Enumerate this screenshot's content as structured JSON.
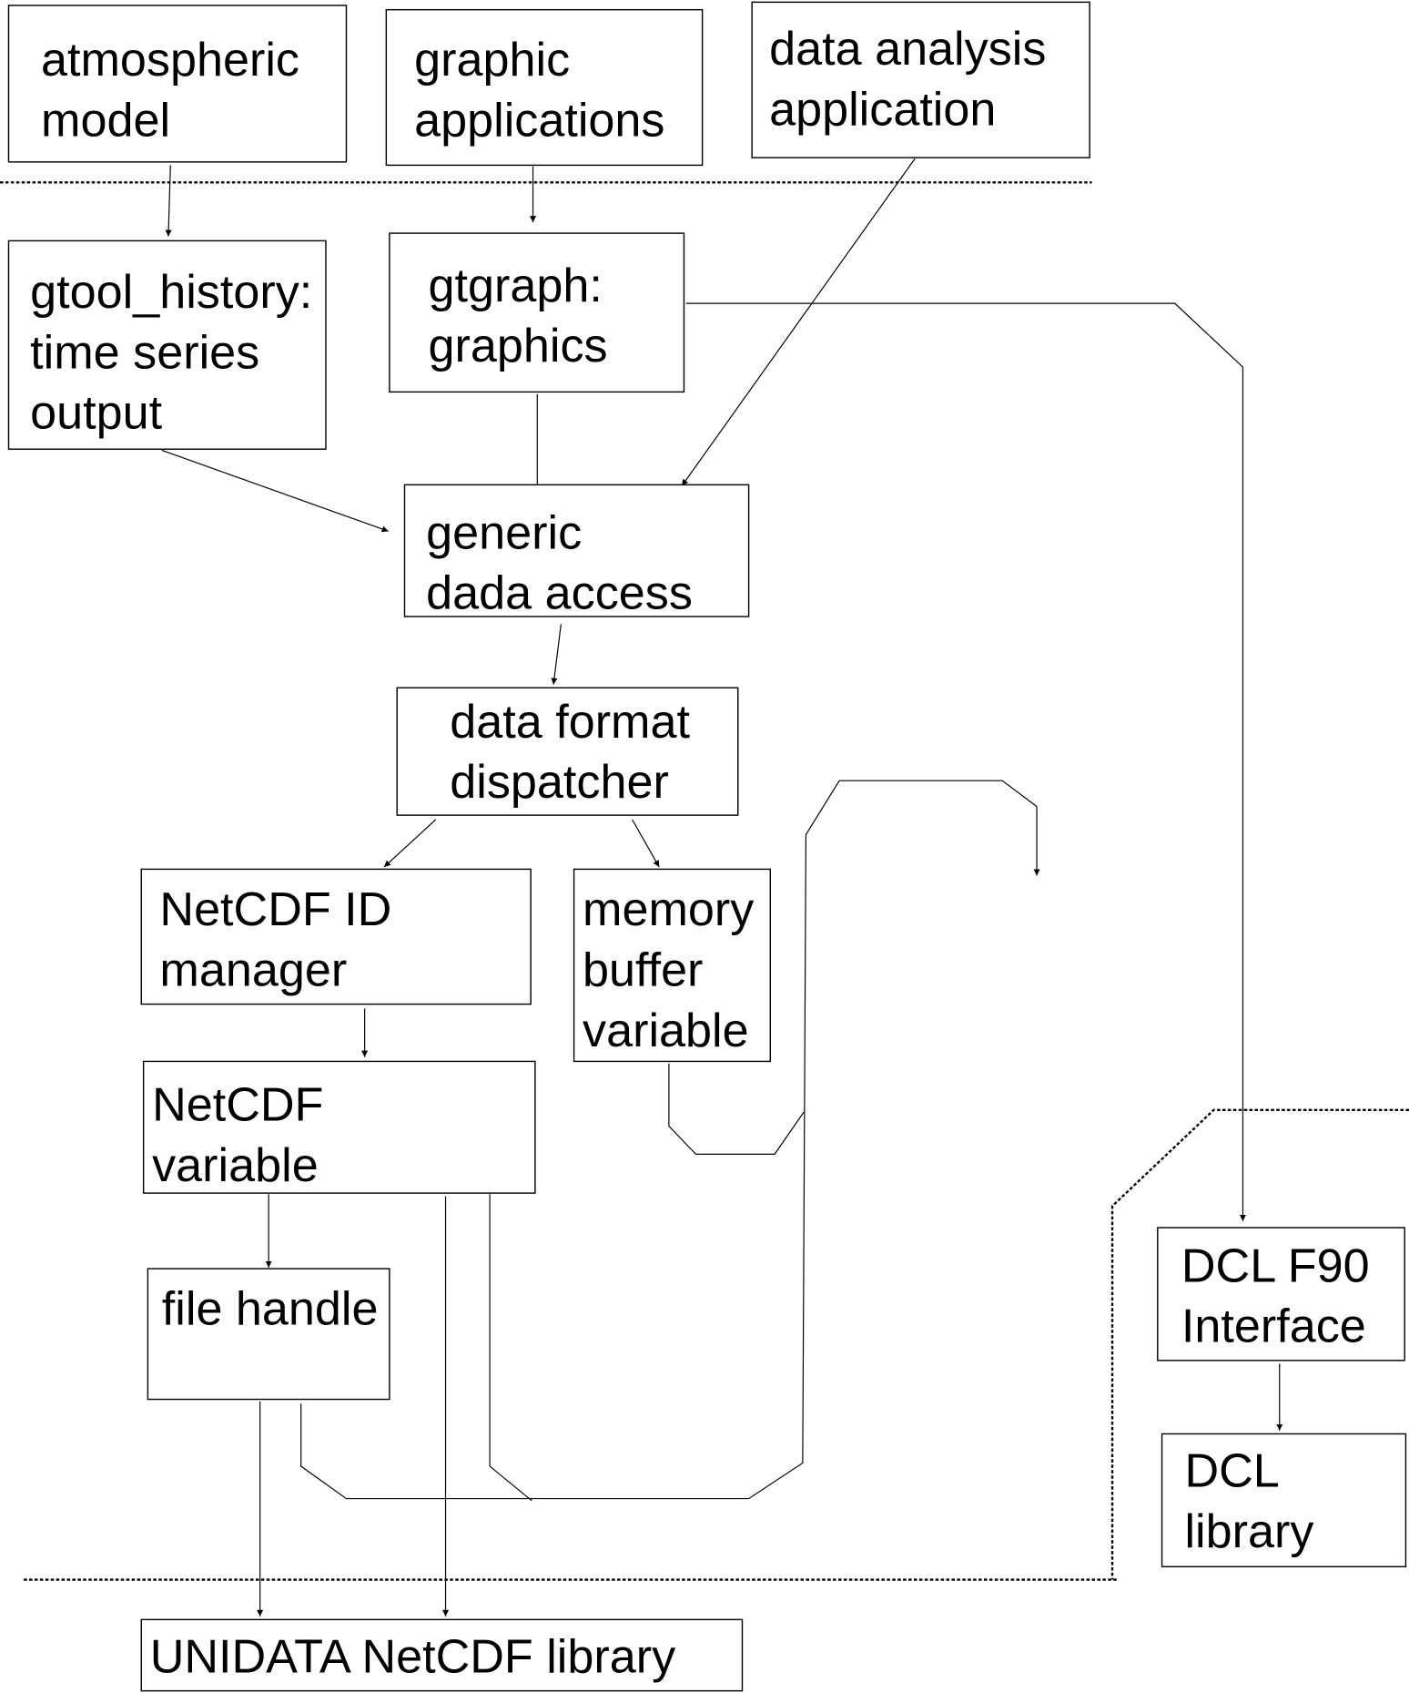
{
  "diagram": {
    "nodes": {
      "atmospheric_model": [
        "atmospheric",
        "model"
      ],
      "graphic_applications": [
        "graphic",
        "applications"
      ],
      "data_analysis_application": [
        "data analysis",
        "application"
      ],
      "gtool_history": [
        "gtool_history:",
        "time series",
        "output"
      ],
      "gtgraph": [
        "gtgraph:",
        "graphics"
      ],
      "generic_data_access": [
        "generic",
        "dada access"
      ],
      "data_format_dispatcher": [
        "data format",
        "dispatcher"
      ],
      "netcdf_id_manager": [
        "NetCDF ID",
        "manager"
      ],
      "memory_buffer_variable": [
        "memory",
        "buffer",
        "variable"
      ],
      "netcdf_variable": [
        "NetCDF",
        "variable"
      ],
      "file_handle": [
        "file handle"
      ],
      "dcl_f90_interface": [
        "DCL F90",
        "Interface"
      ],
      "dcl_library": [
        "DCL",
        "library"
      ],
      "unidata_netcdf_library": [
        "UNIDATA NetCDF library"
      ]
    },
    "edges": [
      {
        "from": "atmospheric_model",
        "to": "gtool_history"
      },
      {
        "from": "graphic_applications",
        "to": "gtgraph"
      },
      {
        "from": "data_analysis_application",
        "to": "generic_data_access"
      },
      {
        "from": "gtool_history",
        "to": "generic_data_access"
      },
      {
        "from": "gtgraph",
        "to": "generic_data_access"
      },
      {
        "from": "gtgraph",
        "to": "dcl_f90_interface"
      },
      {
        "from": "generic_data_access",
        "to": "data_format_dispatcher"
      },
      {
        "from": "data_format_dispatcher",
        "to": "netcdf_id_manager"
      },
      {
        "from": "data_format_dispatcher",
        "to": "memory_buffer_variable"
      },
      {
        "from": "netcdf_id_manager",
        "to": "netcdf_variable"
      },
      {
        "from": "netcdf_variable",
        "to": "file_handle"
      },
      {
        "from": "netcdf_variable",
        "to": "unidata_netcdf_library"
      },
      {
        "from": "file_handle",
        "to": "unidata_netcdf_library"
      },
      {
        "from": "dcl_f90_interface",
        "to": "dcl_library"
      }
    ],
    "colors": {
      "line": "#000000",
      "background": "#ffffff"
    }
  }
}
